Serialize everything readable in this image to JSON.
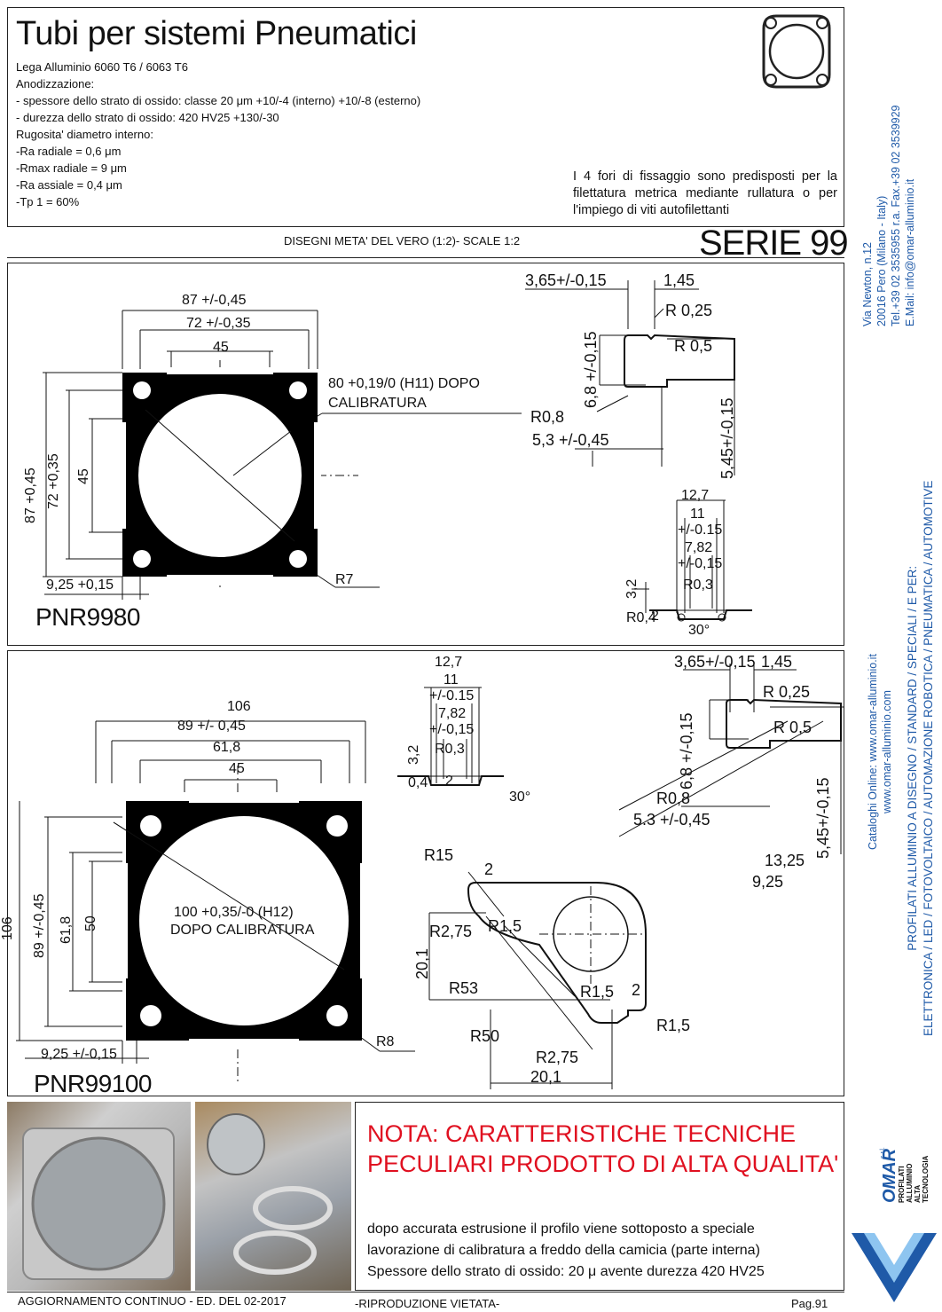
{
  "header": {
    "title": "Tubi per sistemi Pneumatici",
    "alloy": "Lega Alluminio 6060 T6 / 6063 T6",
    "specs": [
      "Anodizzazione:",
      "- spessore dello strato di ossido: classe 20 μm +10/-4 (interno)  +10/-8 (esterno)",
      "- durezza dello strato di ossido: 420 HV25 +130/-30",
      "Rugosita' diametro interno:",
      "-Ra radiale = 0,6 μm",
      "-Rmax radiale = 9 μm",
      "-Ra assiale = 0,4 μm",
      "-Tp 1 = 60%"
    ],
    "note": "I 4 fori di fissaggio sono predisposti per la filettatura metrica mediante rullatura o per l'impiego di viti autofilettanti"
  },
  "scale_caption": "DISEGNI META' DEL VERO (1:2)- SCALE 1:2",
  "series": "SERIE 99",
  "drawing1": {
    "part": "PNR9980",
    "dims": {
      "w87": "87 +/-0,45",
      "w72": "72 +/-0,35",
      "w45": "45",
      "bore1": "80 +0,19/0 (H11) DOPO",
      "bore2": "CALIBRATURA",
      "h87": "87 +0,45",
      "h72": "72 +0,35",
      "h45": "45",
      "off": "9,25 +0,15",
      "r7": "R7"
    },
    "detail": {
      "a": "3,65+/-0,15",
      "b": "1,45",
      "c": "R 0,25",
      "d": "R 0,5",
      "e": "6,8 +/-0,15",
      "f": "R0,8",
      "g": "5,3 +/-0,45",
      "h": "5,45+/-0,15"
    },
    "slot": {
      "a": "12,7",
      "b": "11",
      "c": "+/-0.15",
      "d": "7,82",
      "e": "+/-0,15",
      "f": "R0,3",
      "g": "3,2",
      "h": "R0,4",
      "i": "2",
      "j": "30°"
    }
  },
  "drawing2": {
    "part": "PNR99100",
    "dims": {
      "w106": "106",
      "w89": "89 +/- 0,45",
      "w61": "61,8",
      "w45": "45",
      "bore1": "100 +0,35/-0 (H12)",
      "bore2": "DOPO CALIBRATURA",
      "h106": "106",
      "h89": "89 +/-0,45",
      "h61": "61,8",
      "h50": "50",
      "off": "9,25 +/-0,15",
      "r8": "R8"
    },
    "slot": {
      "a": "12,7",
      "b": "11",
      "c": "+/-0.15",
      "d": "7,82",
      "e": "+/-0,15",
      "f": "R0,3",
      "g": "3,2",
      "h": "0,4",
      "i": "2",
      "j": "30°"
    },
    "detail": {
      "a": "3,65+/-0,15",
      "b": "1,45",
      "c": "R 0,25",
      "d": "R 0,5",
      "e": "6,8 +/-0,15",
      "f": "R0,8",
      "g": "5.3 +/-0,45",
      "h": "5,45+/-0,15"
    },
    "corner": {
      "r15": "R15",
      "two": "2",
      "d1325": "13,25",
      "d925": "9,25",
      "r275a": "R2,75",
      "r15a": "R1,5",
      "d201a": "20,1",
      "r53": "R53",
      "r15b": "R1,5",
      "two2": "2",
      "r50": "R50",
      "r15c": "R1,5",
      "r275b": "R2,75",
      "d201b": "20,1"
    }
  },
  "nota": {
    "line1": "NOTA: CARATTERISTICHE TECNICHE",
    "line2": "PECULIARI PRODOTTO DI ALTA QUALITA'",
    "body": [
      "dopo accurata estrusione il profilo viene sottoposto a speciale",
      "lavorazione di calibratura a freddo della camicia (parte interna)",
      "Spessore dello strato di ossido: 20 μ avente durezza 420 HV25"
    ]
  },
  "footer": {
    "left": "AGGIORNAMENTO CONTINUO - ED. DEL 02-2017",
    "center": "-RIPRODUZIONE VIETATA-",
    "page": "Pag.91"
  },
  "sidebar": {
    "address": [
      "Via Newton, n.12",
      "20016 Pero (Milano - Italy)",
      "Tel.+39 02 3535955 r.a. Fax.+39 02 3539929",
      "E.Mail: info@omar-alluminio.it"
    ],
    "online": [
      "Cataloghi Online: www.omar-alluminio.it",
      "www.omar-alluminio.com"
    ],
    "profiles": [
      "PROFILATI ALLUMINIO A DISEGNO / STANDARD / SPECIALI / E PER:",
      "ELETTRONICA / LED / FOTOVOLTAICO / AUTOMAZIONE ROBOTICA / PNEUMATICA / AUTOMOTIVE"
    ]
  },
  "logo": {
    "name": "OMAR",
    "suffix": "s.r.l.",
    "tagline": [
      "PROFILATI ALLUMINIO",
      "ALTA TECNOLOGIA"
    ]
  },
  "colors": {
    "accent_red": "#e01020",
    "sidebar_blue": "#1f5aa8"
  }
}
